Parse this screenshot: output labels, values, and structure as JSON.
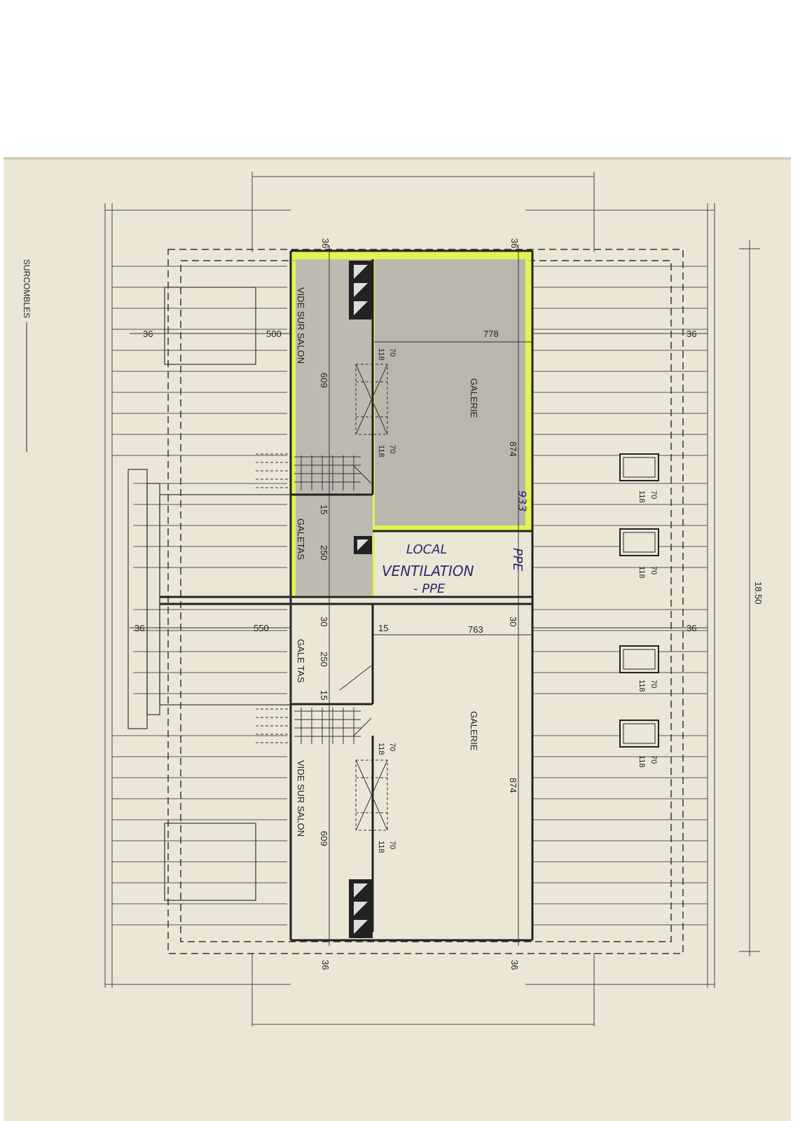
{
  "sheet": {
    "title": "SURCOMBLES",
    "colors": {
      "paper": "#ece6d6",
      "line": "#333333",
      "highlight": "#e4f53a",
      "shade": "#b8b5ae",
      "handwriting": "#2a2a6a"
    }
  },
  "dimensions": {
    "overall_width": "18.50",
    "top_left_36": "36",
    "top_right_36": "36",
    "bottom_left_36": "36",
    "bottom_right_36": "36",
    "side_left_upper_36": "36",
    "side_right_upper_36": "36",
    "side_left_lower_36": "36",
    "side_right_lower_36": "36",
    "upper_vide_width": "500",
    "lower_vide_width": "550",
    "upper_galerie_width": "778",
    "lower_galerie_width": "763",
    "upper_vide_length": "609",
    "lower_vide_length": "609",
    "upper_galerie_length": "874",
    "lower_galerie_length": "874",
    "galetas_upper_15": "15",
    "galetas_upper_250": "250",
    "galetas_lower_30": "30",
    "galetas_lower_250": "250",
    "galetas_lower_15": "15",
    "local_30": "30",
    "local_15": "15"
  },
  "rooms": {
    "vide_sur_salon_upper": "VIDE SUR SALON",
    "vide_sur_salon_lower": "VIDE SUR SALON",
    "galerie_upper": "GALERIE",
    "galerie_lower": "GALERIE",
    "galetas_upper": "GALETAS",
    "galetas_lower": "GALE TAS"
  },
  "windows": [
    {
      "top": "70",
      "bottom": "118"
    },
    {
      "top": "70",
      "bottom": "118"
    },
    {
      "top": "70",
      "bottom": "118"
    },
    {
      "top": "70",
      "bottom": "118"
    },
    {
      "top": "70",
      "bottom": "118"
    },
    {
      "top": "70",
      "bottom": "118"
    },
    {
      "top": "70",
      "bottom": "118"
    },
    {
      "top": "70",
      "bottom": "118"
    }
  ],
  "handwritten": {
    "line1": "LOCAL",
    "line2": "VENTILATION",
    "line3": "- PPE",
    "side_note": "PPE",
    "dim_note_874": "874",
    "dim_note_933": "933"
  }
}
